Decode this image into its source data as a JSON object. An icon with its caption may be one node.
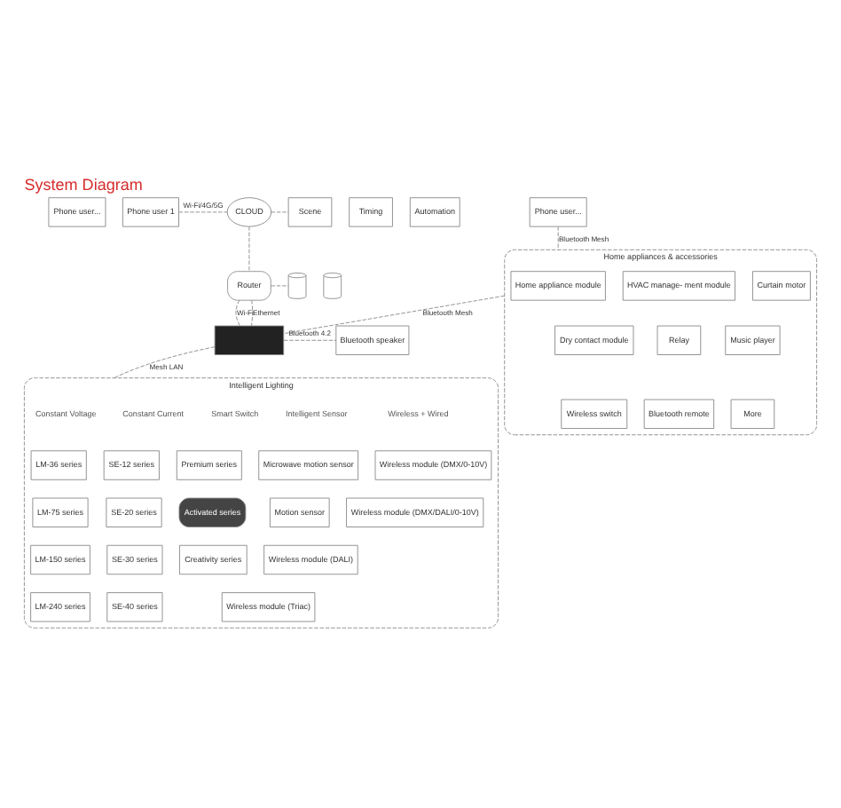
{
  "diagram": {
    "title": "System Diagram",
    "nodes": [
      {
        "text": [
          "Phone user..."
        ]
      },
      {
        "text": [
          "Phone user 1"
        ]
      },
      {
        "text": [
          "CLOUD"
        ]
      },
      {
        "text": [
          "Scene"
        ]
      },
      {
        "text": [
          "Timing"
        ]
      },
      {
        "text": [
          "Automation"
        ]
      },
      {
        "text": [
          "Home appliances & accessories"
        ]
      },
      {
        "text": [
          "Home appliance module"
        ],
        "in": 6
      },
      {
        "text": [
          "HVAC manage- ment module"
        ],
        "in": 6
      },
      {
        "text": [
          "Curtain motor"
        ],
        "in": 6
      },
      {
        "text": [
          "Dry contact module"
        ],
        "in": 6
      },
      {
        "text": [
          "Relay"
        ],
        "in": 6
      },
      {
        "text": [
          "Music player"
        ],
        "in": 6
      },
      {
        "text": [
          "Wireless switch"
        ],
        "in": 6
      },
      {
        "text": [
          "Bluetooth remote"
        ],
        "in": 6
      },
      {
        "text": [
          "More"
        ],
        "in": 6
      },
      {
        "text": [
          "Router"
        ]
      },
      {
        "text": [],
        "shape": "cylinder"
      },
      {
        "text": [],
        "shape": "cylinder"
      },
      {
        "text": [],
        "shape": "box"
      },
      {
        "text": [
          "Bluetooth speaker"
        ]
      },
      {
        "text": [
          "Phone user..."
        ]
      },
      {
        "text": [
          "Intelligent Lighting"
        ]
      },
      {
        "text": [
          "Constant Voltage"
        ],
        "in": 22
      },
      {
        "text": [
          "LM-36 series"
        ],
        "in": 22
      },
      {
        "text": [
          "LM-75 series"
        ],
        "in": 22
      },
      {
        "text": [
          "LM-150 series"
        ],
        "in": 22
      },
      {
        "text": [
          "LM-240 series"
        ],
        "in": 22
      },
      {
        "text": [
          "Constant Current"
        ],
        "in": 22
      },
      {
        "text": [
          "SE-12 series"
        ],
        "in": 22
      },
      {
        "text": [
          "SE-20 series"
        ],
        "in": 22
      },
      {
        "text": [
          "SE-30 series"
        ],
        "in": 22
      },
      {
        "text": [
          "SE-40 series"
        ],
        "in": 22
      },
      {
        "text": [
          "Smart Switch"
        ],
        "in": 22
      },
      {
        "text": [
          "Premium series"
        ],
        "in": 22
      },
      {
        "text": [
          "Activated series"
        ],
        "in": 22
      },
      {
        "text": [
          "Creativity series"
        ],
        "in": 22
      },
      {
        "text": [
          "Intelligent Sensor"
        ],
        "in": 22
      },
      {
        "text": [
          "Microwave motion sensor"
        ],
        "in": 22
      },
      {
        "text": [
          "Motion sensor"
        ],
        "in": 22
      },
      {
        "text": [
          "Wireless + Wired"
        ],
        "in": 22
      },
      {
        "text": [
          "Wireless module (DMX/0-10V)"
        ],
        "in": 22
      },
      {
        "text": [
          "Wireless module (DMX/DALI/0-10V)"
        ],
        "in": 22
      },
      {
        "text": [
          "Wireless module (DALI)"
        ],
        "in": 22
      },
      {
        "text": [
          "Wireless module (Triac)"
        ],
        "in": 22
      }
    ],
    "edges": [
      {
        "from": 1,
        "to": 2,
        "arrow": "none",
        "label": "Wi-Fi/4G/5G",
        "style": "dashed"
      },
      {
        "from": 2,
        "to": 3,
        "arrow": "none",
        "style": "dashed"
      },
      {
        "from": 2,
        "to": 16,
        "arrow": "none",
        "style": "dashed"
      },
      {
        "from": 16,
        "to": 17,
        "arrow": "none",
        "style": "dashed"
      },
      {
        "from": 16,
        "to": 19,
        "arrow": "none",
        "label": "Wi-Fi",
        "style": "dashed"
      },
      {
        "from": 16,
        "to": 19,
        "arrow": "none",
        "label": "Ethernet",
        "style": "dashed"
      },
      {
        "from": 6,
        "to": 19,
        "arrow": "none",
        "label": "Bluetooth Mesh",
        "style": "dashed"
      },
      {
        "from": 19,
        "to": 20,
        "arrow": "none",
        "label": "Bluetooth 4.2",
        "style": "dashed"
      },
      {
        "from": 21,
        "to": 6,
        "arrow": "none",
        "label": "Bluetooth Mesh",
        "style": "dashed"
      },
      {
        "from": 19,
        "to": 22,
        "arrow": "none",
        "label": "Mesh LAN",
        "style": "dashed"
      }
    ]
  }
}
